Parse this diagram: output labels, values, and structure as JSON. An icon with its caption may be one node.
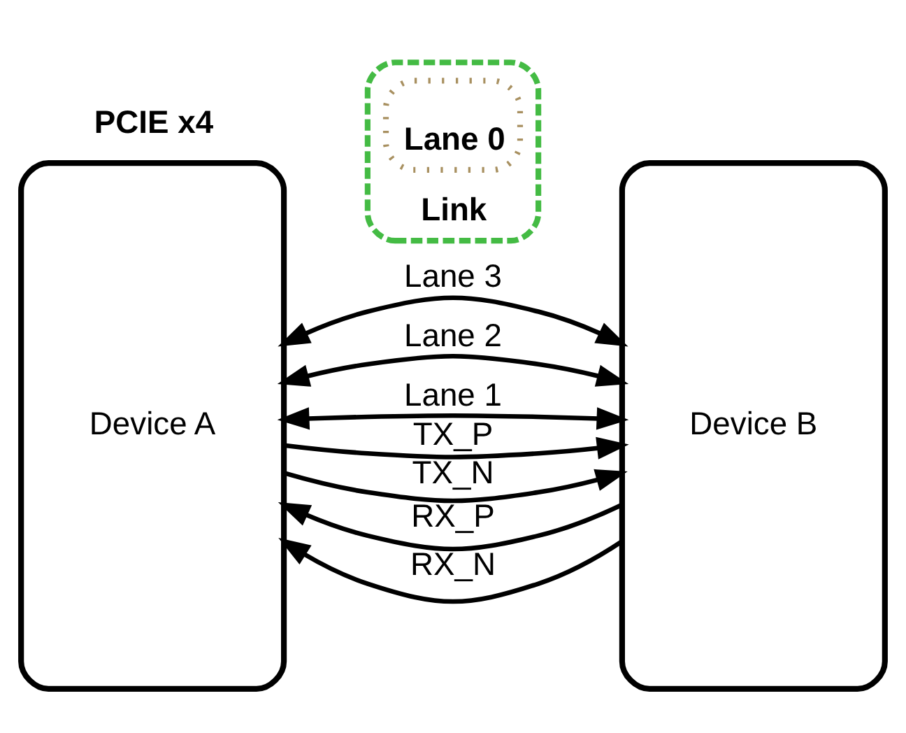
{
  "diagram": {
    "nodes": [
      {
        "text": [
          "Device A"
        ]
      },
      {
        "text": [
          "Link"
        ]
      },
      {
        "text": [
          "Lane 0"
        ],
        "in": 1
      },
      {
        "text": [
          "Device B"
        ]
      }
    ],
    "edges": [
      {
        "from": 0,
        "to": 3,
        "arrow": "both",
        "label": "Lane 3"
      },
      {
        "from": 0,
        "to": 3,
        "arrow": "both",
        "label": "Lane 2"
      },
      {
        "from": 0,
        "to": 3,
        "arrow": "both",
        "label": "Lane 1"
      },
      {
        "from": 0,
        "to": 3,
        "arrow": "to",
        "label": "TX_P"
      },
      {
        "from": 0,
        "to": 3,
        "arrow": "to",
        "label": "TX_N"
      },
      {
        "from": 3,
        "to": 0,
        "arrow": "to",
        "label": "RX_P"
      },
      {
        "from": 3,
        "to": 0,
        "arrow": "to",
        "label": "RX_N"
      }
    ],
    "labels": [
      "PCIE x4"
    ]
  }
}
